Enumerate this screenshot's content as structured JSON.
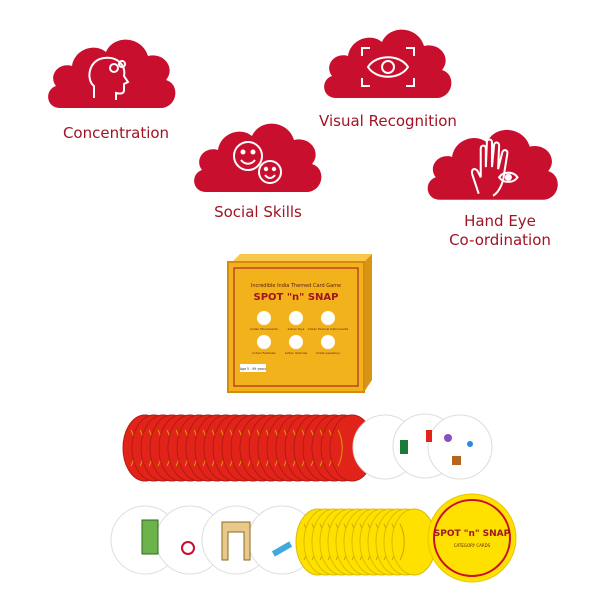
{
  "colors": {
    "cloud_red": "#c8102e",
    "label_red": "#a01323",
    "box_yellow": "#f2b21c",
    "box_border": "#d88a0f",
    "card_red": "#e2231a",
    "card_yellow": "#ffe100",
    "card_white": "#ffffff"
  },
  "skills": [
    {
      "label": "Concentration",
      "icon": "brain-head-icon"
    },
    {
      "label": "Visual Recognition",
      "icon": "eye-focus-icon"
    },
    {
      "label": "Social Skills",
      "icon": "smiley-faces-icon"
    },
    {
      "label": "Hand Eye",
      "label2": "Co-ordination",
      "icon": "hand-eye-icon"
    }
  ],
  "product": {
    "subtitle": "Incredible India Themed Card Game",
    "title": "SPOT \"n\" SNAP",
    "age": "Age 5 - 99 years",
    "lid_text": "SPOT \"n\" SNAP",
    "categories": [
      "Indian Monuments",
      "Indian Toys",
      "Indian Musical Instruments",
      "Indian Festivals",
      "Indian Vehicles",
      "Indian Jewellery"
    ],
    "category_icons": [
      "monument-icon",
      "toy-icon",
      "instrument-icon",
      "festival-icon",
      "vehicle-icon",
      "jewellery-icon"
    ]
  },
  "yellow_card": {
    "title": "SPOT \"n\" SNAP",
    "subtitle": "CATEGORY CARDS"
  }
}
